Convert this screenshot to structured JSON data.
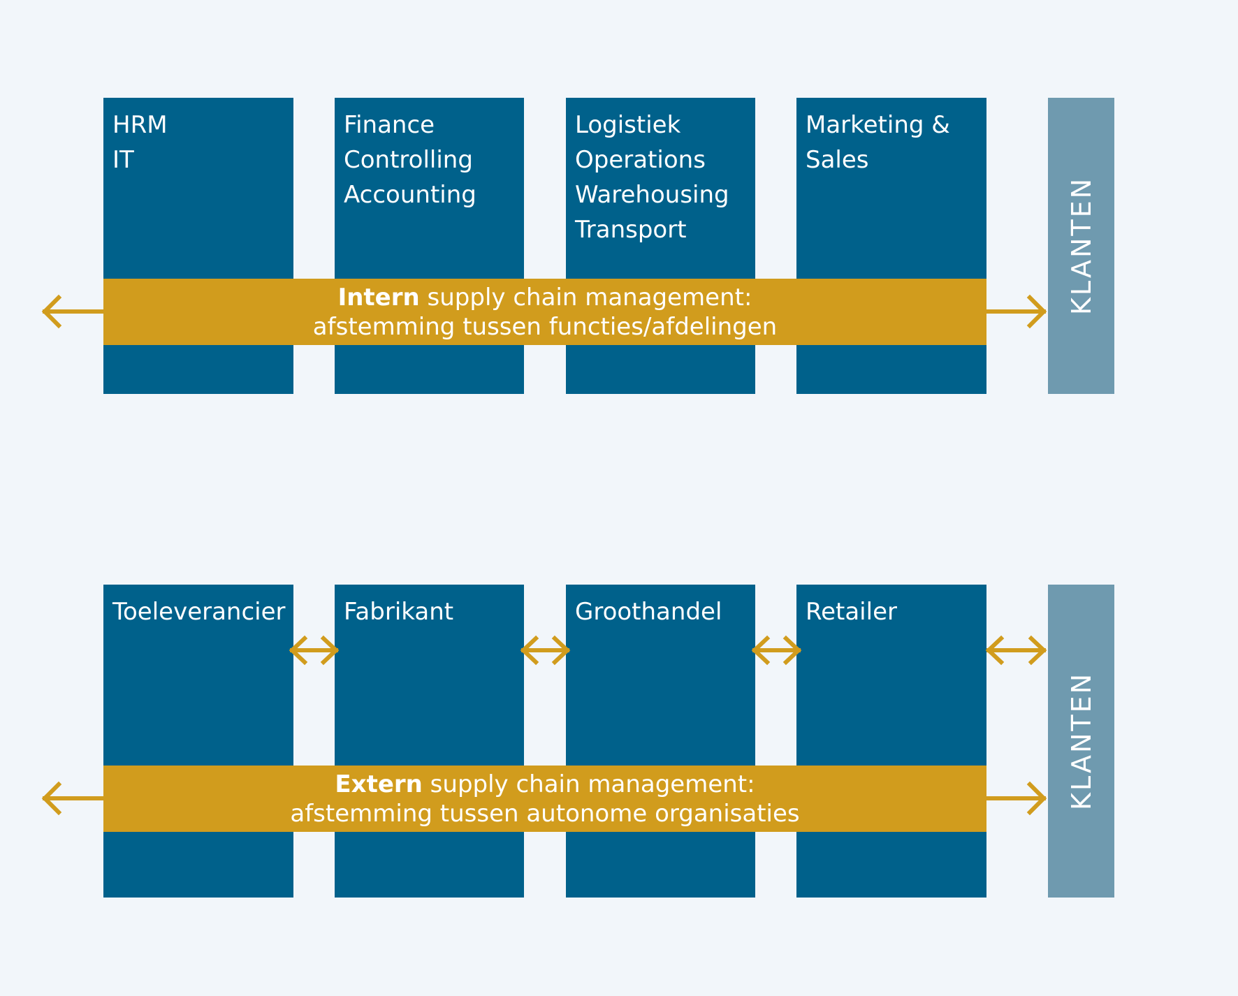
{
  "colors": {
    "background": "#f2f6fa",
    "box": "#00618b",
    "klanten": "#6f9aaf",
    "band": "#d19c1d",
    "text": "#ffffff"
  },
  "intern": {
    "boxes": [
      {
        "lines": [
          "HRM",
          "IT"
        ]
      },
      {
        "lines": [
          "Finance",
          "Controlling",
          "Accounting"
        ]
      },
      {
        "lines": [
          "Logistiek",
          "Operations",
          "Warehousing",
          "Transport"
        ]
      },
      {
        "lines": [
          "Marketing &",
          "Sales"
        ]
      }
    ],
    "klanten": "KLANTEN",
    "band": {
      "bold": "Intern",
      "rest": " supply chain management:",
      "line2": "afstemming tussen functies/afdelingen"
    }
  },
  "extern": {
    "boxes": [
      {
        "lines": [
          "Toeleverancier"
        ]
      },
      {
        "lines": [
          "Fabrikant"
        ]
      },
      {
        "lines": [
          "Groothandel"
        ]
      },
      {
        "lines": [
          "Retailer"
        ]
      }
    ],
    "klanten": "KLANTEN",
    "band": {
      "bold": "Extern",
      "rest": " supply chain management:",
      "line2": "afstemming tussen autonome organisaties"
    }
  }
}
